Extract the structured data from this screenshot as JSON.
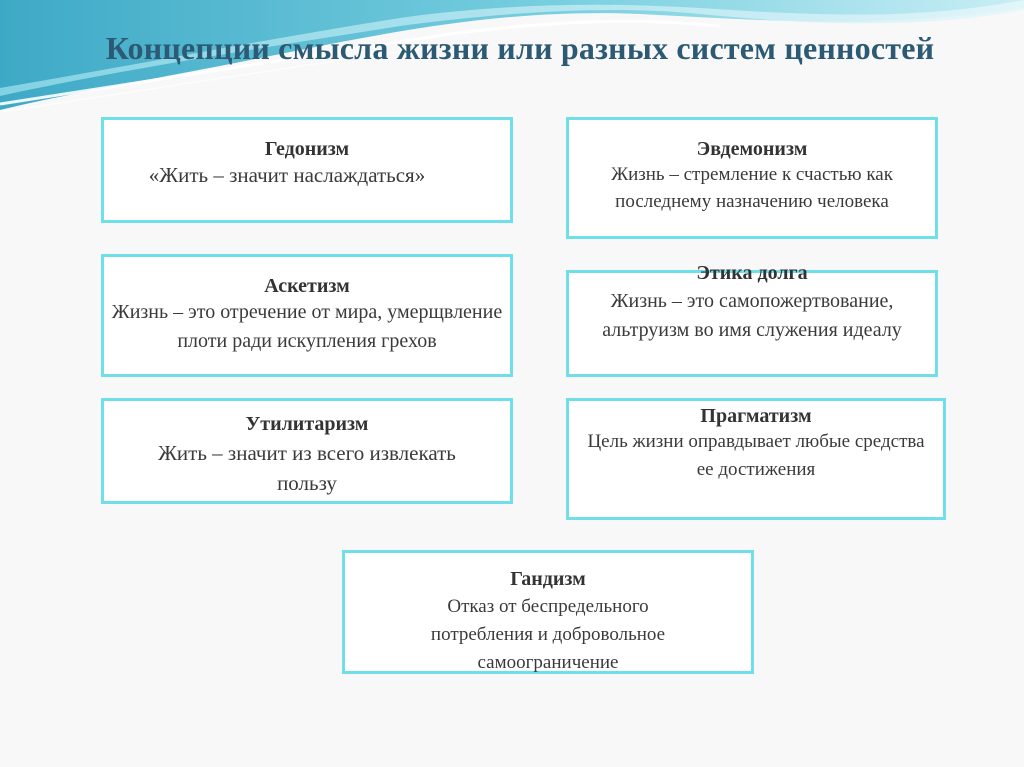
{
  "slide": {
    "title": "Концепции смысла жизни или разных систем ценностей"
  },
  "concepts": {
    "hedonism": {
      "name": "Гедонизм",
      "description": "«Жить – значит наслаждаться»"
    },
    "eudemonism": {
      "name": "Эвдемонизм",
      "description": "Жизнь – стремление к счастью как последнему назначению человека"
    },
    "asceticism": {
      "name": "Аскетизм",
      "description": "Жизнь – это отречение от мира, умерщвление плоти ради искупления грехов"
    },
    "duty_ethics": {
      "name": "Этика долга",
      "description": "Жизнь – это самопожертвование, альтруизм во имя служения идеалу"
    },
    "utilitarianism": {
      "name": "Утилитаризм",
      "description": "Жить – значит из всего извлекать пользу"
    },
    "pragmatism": {
      "name": "Прагматизм",
      "description": "Цель жизни оправдывает любые средства ее достижения"
    },
    "gandhism": {
      "name": "Гандизм",
      "description": "Отказ от беспредельного потребления и добровольное самоограничение"
    }
  },
  "colors": {
    "accent_border": "#6fe0ea",
    "title": "#2c5a74",
    "wave": "#4fb6cf"
  }
}
